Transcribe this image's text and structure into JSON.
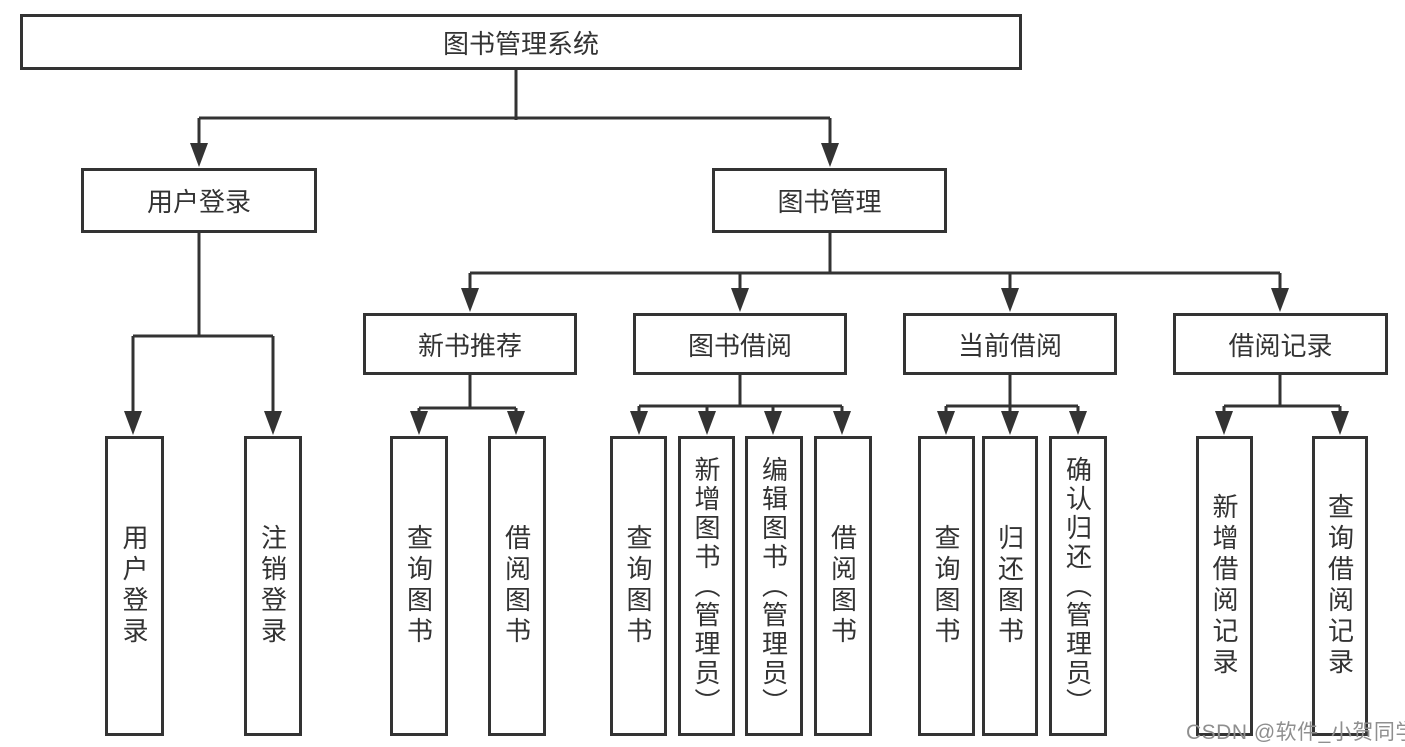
{
  "colors": {
    "line": "#333333",
    "text": "#333333",
    "box_background": "#ffffff",
    "page_background": "#ffffff",
    "watermark": "#8f8f8f"
  },
  "diagram": {
    "root": {
      "label": "图书管理系统"
    },
    "level2": {
      "user_login": {
        "label": "用户登录"
      },
      "book_management": {
        "label": "图书管理"
      }
    },
    "level3": {
      "new_book_recommend": {
        "label": "新书推荐"
      },
      "book_borrowing": {
        "label": "图书借阅"
      },
      "current_borrowing": {
        "label": "当前借阅"
      },
      "borrowing_records": {
        "label": "借阅记录"
      }
    },
    "leaves": {
      "user_login_login": {
        "label": "用户登录"
      },
      "user_login_logout": {
        "label": "注销登录"
      },
      "new_book_query": {
        "label": "查询图书"
      },
      "new_book_borrow": {
        "label": "借阅图书"
      },
      "borrowing_query": {
        "label": "查询图书"
      },
      "borrowing_add": {
        "label": "新增图书（管理员）"
      },
      "borrowing_edit": {
        "label": "编辑图书（管理员）"
      },
      "borrowing_borrow": {
        "label": "借阅图书"
      },
      "current_query": {
        "label": "查询图书"
      },
      "current_return": {
        "label": "归还图书"
      },
      "current_confirm_return": {
        "label": "确认归还（管理员）"
      },
      "records_add": {
        "label": "新增借阅记录"
      },
      "records_query": {
        "label": "查询借阅记录"
      }
    },
    "watermark": {
      "text": "CSDN @软件_小贺同学"
    }
  }
}
